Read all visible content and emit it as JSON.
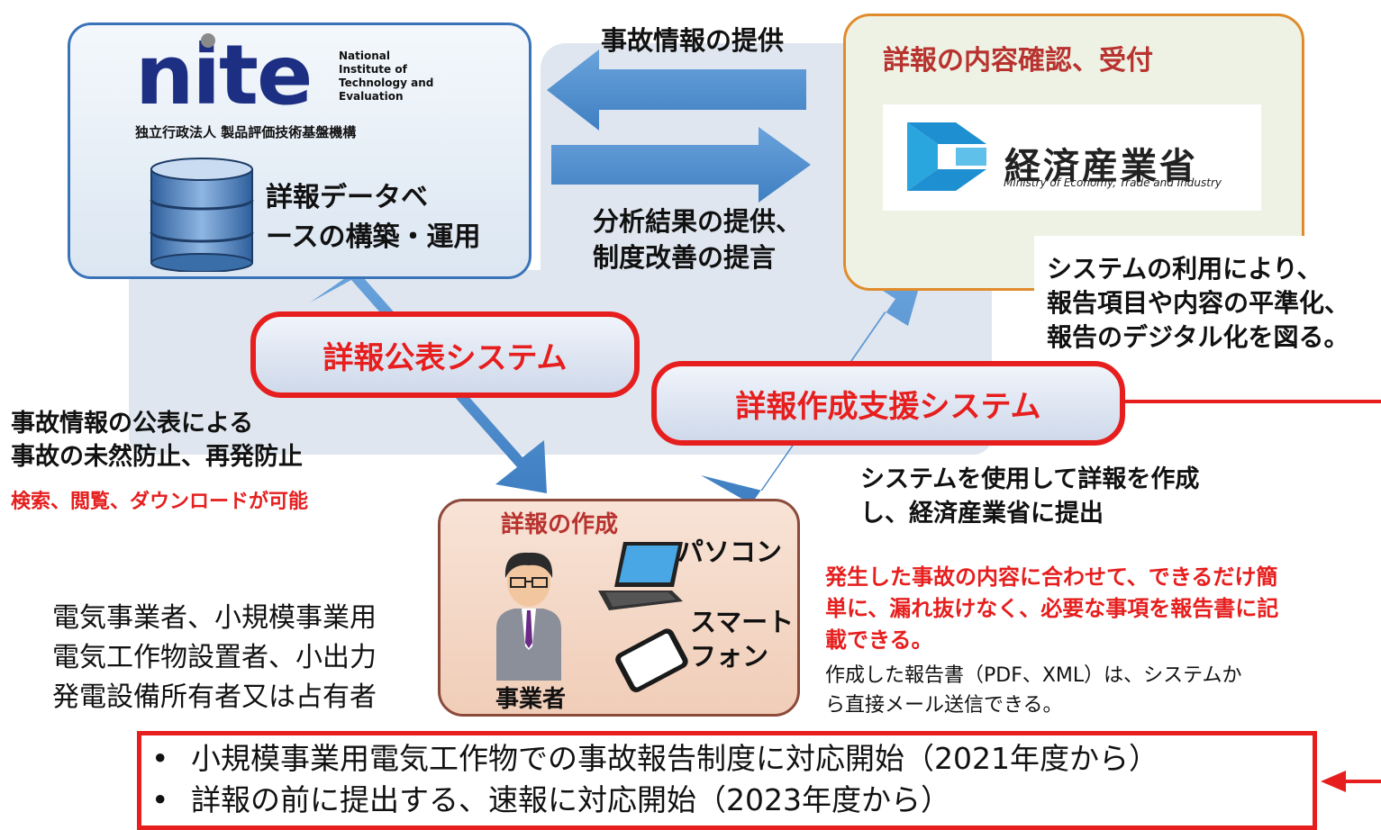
{
  "nite": {
    "logo": "nite",
    "english_lines": [
      "National",
      "Institute of",
      "Technology and",
      "Evaluation"
    ],
    "org_jp": "独立行政法人 製品評価技術基盤機構",
    "db_lines": [
      "詳報データベ",
      "ースの構築・運用"
    ]
  },
  "meti": {
    "title": "詳報の内容確認、受付",
    "logo_name": "経済産業省",
    "logo_en": "Ministry of Economy, Trade and Industry"
  },
  "arrows": {
    "top_label": "事故情報の提供",
    "mid_label_lines": [
      "分析結果の提供、",
      "制度改善の提言"
    ]
  },
  "systems": {
    "publish": "詳報公表システム",
    "create_support": "詳報作成支援システム"
  },
  "right_note_lines": [
    "システムの利用により、",
    "報告項目や内容の平準化、",
    "報告のデジタル化を図る。"
  ],
  "left_note": {
    "lines": [
      "事故情報の公表による",
      "事故の未然防止、再発防止"
    ],
    "red": "検索、閲覧、ダウンロードが可能"
  },
  "submit_note_lines": [
    "システムを使用して詳報を作成",
    "し、経済産業省に提出"
  ],
  "creation": {
    "title": "詳報の作成",
    "pc": "パソコン",
    "phone_lines": [
      "スマート",
      "フォン"
    ],
    "operator": "事業者"
  },
  "operators_lines": [
    "電気事業者、小規模事業用",
    "電気工作物設置者、小出力",
    "発電設備所有者又は占有者"
  ],
  "benefit": {
    "red_lines": [
      "発生した事故の内容に合わせて、できるだけ簡",
      "単に、漏れ抜けなく、必要な事項を報告書に記",
      "載できる。"
    ],
    "black_lines": [
      "作成した報告書（PDF、XML）は、システムか",
      "ら直接メール送信できる。"
    ]
  },
  "bottom": {
    "bullet": "•",
    "items": [
      "小規模事業用電気工作物での事故報告制度に対応開始（2021年度から）",
      "詳報の前に提出する、速報に対応開始（2023年度から）"
    ]
  },
  "colors": {
    "arrow_blue": "#4f8fd0",
    "red": "#e61e1e",
    "nite_navy": "#1c2f82",
    "meti_orange": "#e08c2c"
  }
}
